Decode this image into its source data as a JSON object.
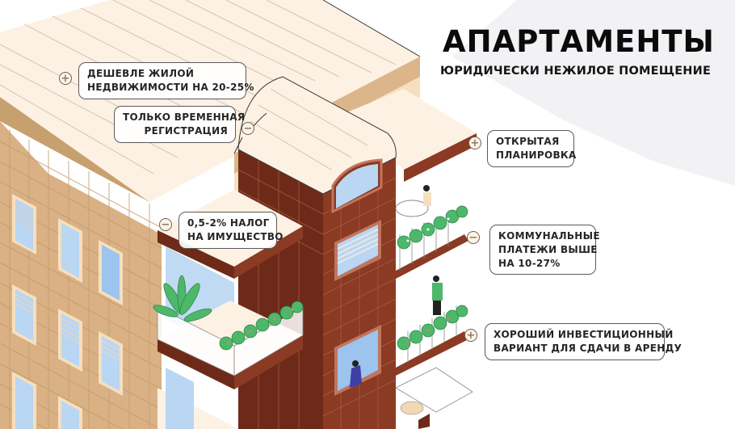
{
  "header": {
    "title": "АПАРТАМЕНТЫ",
    "subtitle": "ЮРИДИЧЕСКИ НЕЖИЛОЕ ПОМЕЩЕНИЕ"
  },
  "callouts": [
    {
      "id": "cheaper",
      "type": "plus",
      "marker": "+",
      "lines": [
        "ДЕШЕВЛЕ ЖИЛОЙ",
        "НЕДВИЖИМОСТИ НА 20-25%"
      ]
    },
    {
      "id": "registration",
      "type": "minus",
      "marker": "−",
      "lines": [
        "ТОЛЬКО ВРЕМЕННАЯ",
        "РЕГИСТРАЦИЯ"
      ]
    },
    {
      "id": "tax",
      "type": "minus",
      "marker": "−",
      "lines": [
        "0,5-2% НАЛОГ",
        "НА ИМУЩЕСТВО"
      ]
    },
    {
      "id": "layout",
      "type": "plus",
      "marker": "+",
      "lines": [
        "ОТКРЫТАЯ",
        "ПЛАНИРОВКА"
      ]
    },
    {
      "id": "utilities",
      "type": "minus",
      "marker": "−",
      "lines": [
        "КОММУНАЛЬНЫЕ",
        "ПЛАТЕЖИ ВЫШЕ",
        "НА 10-27%"
      ]
    },
    {
      "id": "investment",
      "type": "plus",
      "marker": "+",
      "lines": [
        "ХОРОШИЙ ИНВЕСТИЦИОННЫЙ",
        "ВАРИАНТ ДЛЯ СДАЧИ В АРЕНДУ"
      ]
    }
  ],
  "colors": {
    "roof": "#fdf1e3",
    "facade_beige": "#dcb58a",
    "facade_beige_dark": "#c9a070",
    "brick": "#8b3a24",
    "brick_dark": "#6e2a18",
    "glass": "#b9d6f2",
    "plant": "#4db86a",
    "bg_diamond": "#f2f1f4",
    "text": "#0b0b0b"
  }
}
